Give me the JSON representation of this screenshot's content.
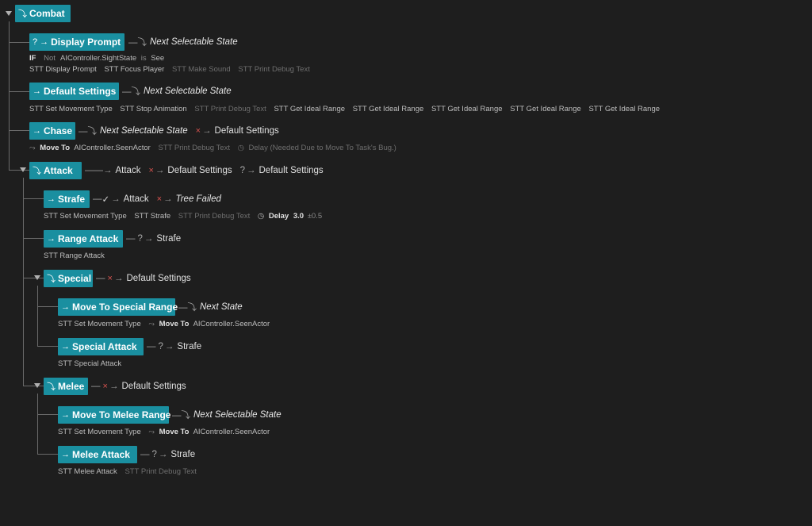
{
  "root": {
    "label": "Combat"
  },
  "display_prompt": {
    "label": "Display Prompt",
    "transition": "Next Selectable State",
    "condition": {
      "if": "IF",
      "not": "Not",
      "subject": "AIController.SightState",
      "is": "is",
      "value": "See"
    },
    "tasks": [
      {
        "text": "STT Display Prompt",
        "enabled": true
      },
      {
        "text": "STT Focus Player",
        "enabled": true
      },
      {
        "text": "STT Make Sound",
        "enabled": false
      },
      {
        "text": "STT Print Debug Text",
        "enabled": false
      }
    ]
  },
  "default_settings": {
    "label": "Default Settings",
    "transition": "Next Selectable State",
    "tasks": [
      {
        "text": "STT Set Movement Type",
        "enabled": true
      },
      {
        "text": "STT Stop Animation",
        "enabled": true
      },
      {
        "text": "STT Print Debug Text",
        "enabled": false
      },
      {
        "text": "STT Get Ideal Range",
        "enabled": true
      },
      {
        "text": "STT Get Ideal Range",
        "enabled": true
      },
      {
        "text": "STT Get Ideal Range",
        "enabled": true
      },
      {
        "text": "STT Get Ideal Range",
        "enabled": true
      },
      {
        "text": "STT Get Ideal Range",
        "enabled": true
      }
    ]
  },
  "chase": {
    "label": "Chase",
    "transition": "Next Selectable State",
    "fail_target": "Default Settings",
    "move_to": "Move To",
    "move_target": "AIController.SeenActor",
    "debug": "STT Print Debug Text",
    "delay_note": "Delay (Needed Due to Move To Task's Bug.)"
  },
  "attack": {
    "label": "Attack",
    "transition": "Attack",
    "fail_target": "Default Settings",
    "cond_target": "Default Settings"
  },
  "strafe": {
    "label": "Strafe",
    "success_target": "Attack",
    "fail_target": "Tree Failed",
    "tasks": [
      {
        "text": "STT Set Movement Type",
        "enabled": true
      },
      {
        "text": "STT Strafe",
        "enabled": true
      },
      {
        "text": "STT Print Debug Text",
        "enabled": false
      }
    ],
    "delay_label": "Delay",
    "delay_value": "3.0",
    "delay_var": "±0.5"
  },
  "range_attack": {
    "label": "Range Attack",
    "cond_target": "Strafe",
    "tasks": [
      {
        "text": "STT Range Attack",
        "enabled": true
      }
    ]
  },
  "special": {
    "label": "Special",
    "fail_target": "Default Settings"
  },
  "move_to_special_range": {
    "label": "Move To Special Range",
    "transition": "Next State",
    "task": "STT Set Movement Type",
    "move_to": "Move To",
    "move_target": "AIController.SeenActor"
  },
  "special_attack": {
    "label": "Special Attack",
    "cond_target": "Strafe",
    "task": "STT Special Attack"
  },
  "melee": {
    "label": "Melee",
    "fail_target": "Default Settings"
  },
  "move_to_melee_range": {
    "label": "Move To Melee Range",
    "transition": "Next Selectable State",
    "task": "STT Set Movement Type",
    "move_to": "Move To",
    "move_target": "AIController.SeenActor"
  },
  "melee_attack": {
    "label": "Melee Attack",
    "cond_target": "Strafe",
    "task": "STT Melee Attack",
    "debug": "STT Print Debug Text"
  },
  "colors": {
    "node": "#1a8fa0",
    "background": "#1e1e1e",
    "fail": "#d9534f"
  }
}
